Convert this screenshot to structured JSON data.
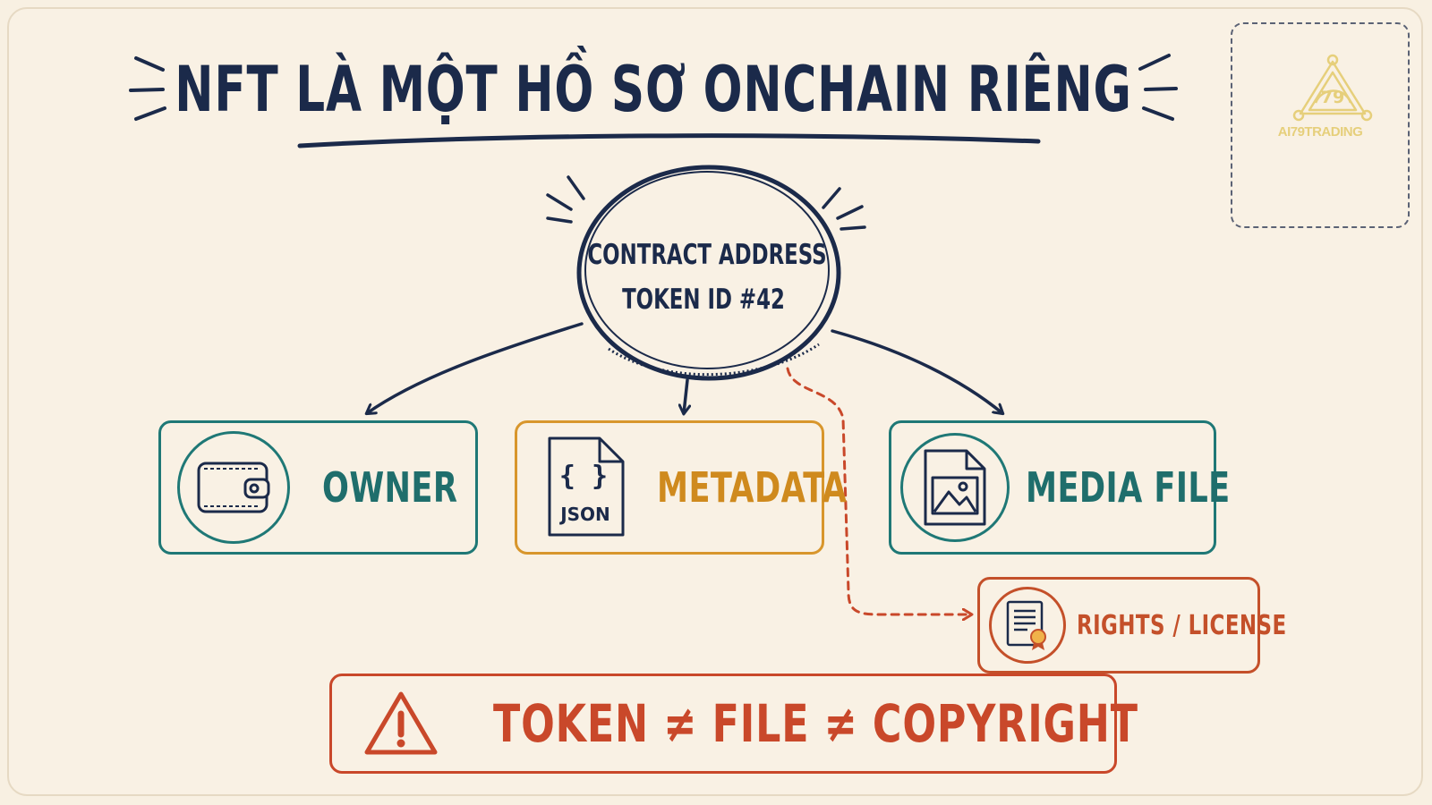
{
  "title": "NFT LÀ MỘT HỒ SƠ ONCHAIN RIÊNG",
  "logo": {
    "text": "AI79TRADING",
    "emblem": "79"
  },
  "center": {
    "line1": "CONTRACT ADDRESS",
    "line2": "TOKEN ID #42"
  },
  "nodes": {
    "owner": {
      "label": "OWNER",
      "icon": "wallet-icon"
    },
    "metadata": {
      "label": "METADATA",
      "icon": "json-file-icon",
      "icon_text": "JSON",
      "icon_braces": "{ }"
    },
    "media": {
      "label": "MEDIA FILE",
      "icon": "image-file-icon"
    },
    "rights": {
      "label": "RIGHTS / LICENSE",
      "icon": "certificate-icon"
    }
  },
  "warning": {
    "text": "TOKEN ≠ FILE ≠ COPYRIGHT",
    "icon": "warning-icon"
  },
  "colors": {
    "navy": "#1b2a4a",
    "teal": "#1f7876",
    "amber": "#d8962c",
    "red": "#c9482a",
    "gold": "#e6cf7b",
    "background": "#f9f1e4"
  }
}
